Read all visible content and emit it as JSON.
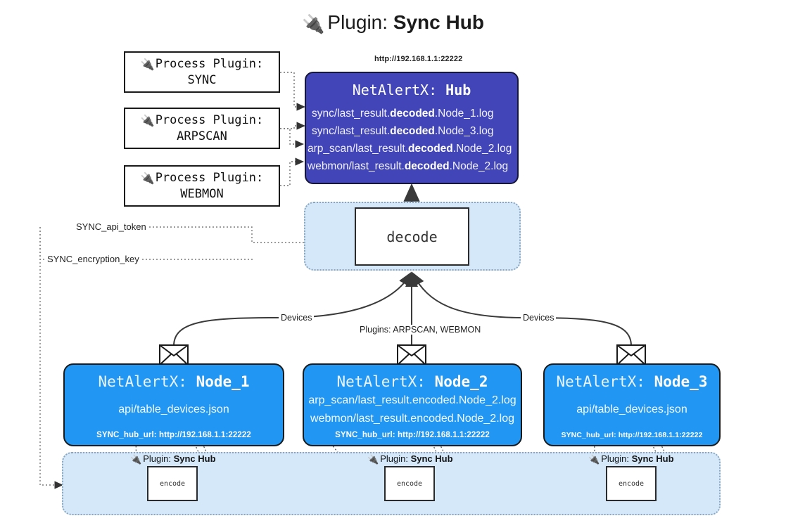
{
  "page": {
    "title_prefix": "Plugin:",
    "title_name": "Sync Hub",
    "title_icon": "plug-icon"
  },
  "colors": {
    "hub_fill": "#4245b8",
    "node_fill": "#2196f3",
    "panel_fill": "#d4e8fa",
    "panel_border": "#8aa6bd",
    "stroke": "#1a1a1a"
  },
  "process_plugins": [
    {
      "label": "Process Plugin:",
      "name": "SYNC",
      "icon": "plug-icon"
    },
    {
      "label": "Process Plugin:",
      "name": "ARPSCAN",
      "icon": "plug-icon"
    },
    {
      "label": "Process Plugin:",
      "name": "WEBMON",
      "icon": "plug-icon"
    }
  ],
  "hub": {
    "url": "http://192.168.1.1:22222",
    "title_prefix": "NetAlertX:",
    "title_name": "Hub",
    "lines": [
      {
        "pre": "sync/last_result.",
        "mid": "decoded",
        "post": ".Node_1.log"
      },
      {
        "pre": "sync/last_result.",
        "mid": "decoded",
        "post": ".Node_3.log"
      },
      {
        "pre": "arp_scan/last_result.",
        "mid": "decoded",
        "post": ".Node_2.log"
      },
      {
        "pre": "webmon/last_result.",
        "mid": "decoded",
        "post": ".Node_2.log"
      }
    ]
  },
  "decode": {
    "label": "decode"
  },
  "secrets": [
    {
      "label": "SYNC_api_token"
    },
    {
      "label": "SYNC_encryption_key"
    }
  ],
  "edge_labels": {
    "devices_left": "Devices",
    "devices_right": "Devices",
    "plugins_center": "Plugins: ARPSCAN, WEBMON"
  },
  "nodes": [
    {
      "title_prefix": "NetAlertX:",
      "title_name": "Node_1",
      "rows": [
        "api/table_devices.json"
      ],
      "footer": "SYNC_hub_url: http://192.168.1.1:22222"
    },
    {
      "title_prefix": "NetAlertX:",
      "title_name": "Node_2",
      "rows": [
        "arp_scan/last_result.encoded.Node_2.log",
        "webmon/last_result.encoded.Node_2.log"
      ],
      "footer": "SYNC_hub_url: http://192.168.1.1:22222"
    },
    {
      "title_prefix": "NetAlertX:",
      "title_name": "Node_3",
      "rows": [
        "api/table_devices.json"
      ],
      "footer": "SYNC_hub_url: http://192.168.1.1:22222"
    }
  ],
  "encoders": [
    {
      "plugin_label": "Plugin:",
      "plugin_name": "Sync Hub",
      "box_label": "encode",
      "icon": "plug-icon"
    },
    {
      "plugin_label": "Plugin:",
      "plugin_name": "Sync Hub",
      "box_label": "encode",
      "icon": "plug-icon"
    },
    {
      "plugin_label": "Plugin:",
      "plugin_name": "Sync Hub",
      "box_label": "encode",
      "icon": "plug-icon"
    }
  ]
}
